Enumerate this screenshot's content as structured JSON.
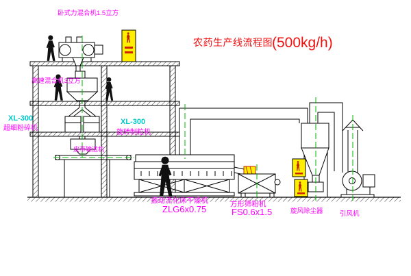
{
  "title": {
    "main": "农药生产线流程图",
    "capacity": "(500kg/h)"
  },
  "equipment_labels": {
    "horizontal_mixer": "卧式力混合机1.5立方",
    "high_speed_mixer": "高速混合机3立方",
    "pulverizer_model": "XL-300",
    "pulverizer_name": "超细粉碎机",
    "granulator_model": "XL-300",
    "granulator_name": "旋转制粒机",
    "belt_conveyor": "皮带输送机",
    "dryer_name": "振动流化床干燥机",
    "dryer_model": "ZLG6x0.75",
    "sieve_name": "方形筛粉机",
    "sieve_model": "FS0.6x1.5",
    "cyclone": "旋风除尘器",
    "induced_draft_fan": "引风机"
  },
  "colors": {
    "label_magenta": "#FF00FF",
    "title_red": "#F01010",
    "model_cyan": "#00C8C8",
    "cabinet_yellow": "#FFEE00",
    "cabinet_mark_red": "#BB2200",
    "centerline_green": "#00B400",
    "line_black": "#000000"
  }
}
